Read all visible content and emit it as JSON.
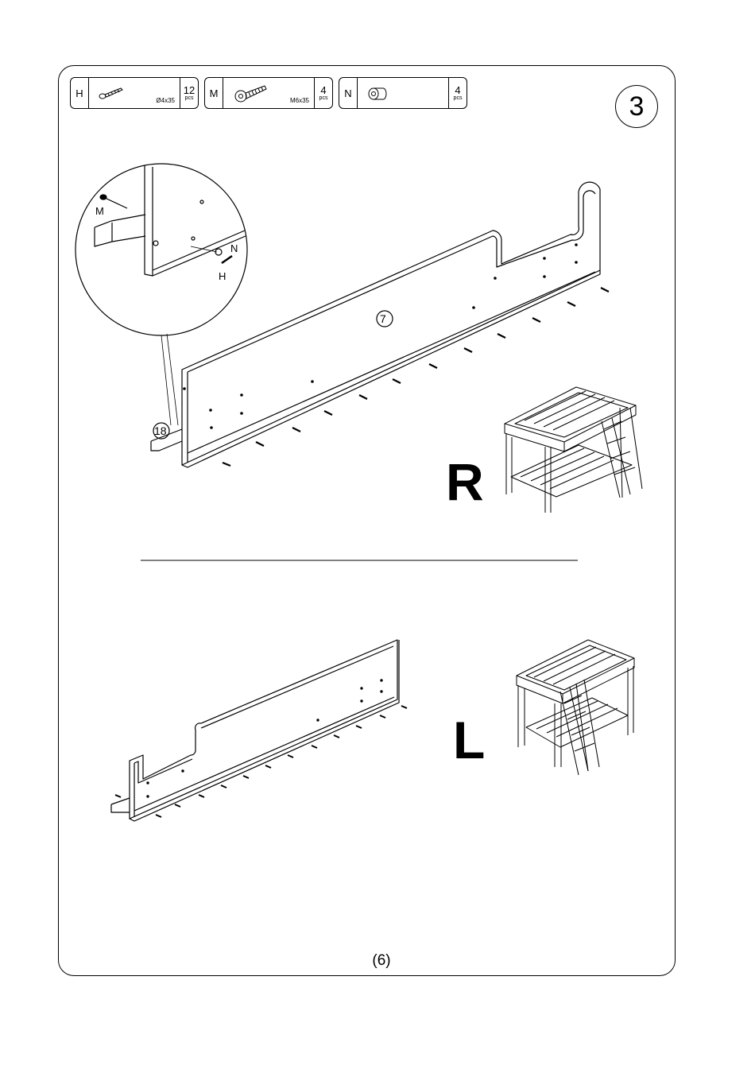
{
  "parts": [
    {
      "letter": "H",
      "spec": "Ø4x35",
      "qty": "12",
      "unit": "pcs",
      "icon": "wood-screw-icon"
    },
    {
      "letter": "M",
      "spec": "M6x35",
      "qty": "4",
      "unit": "pcs",
      "icon": "bolt-icon"
    },
    {
      "letter": "N",
      "spec": "",
      "qty": "4",
      "unit": "pcs",
      "icon": "barrel-nut-icon"
    }
  ],
  "step_number": "3",
  "detail_callouts": {
    "bolt": "M",
    "nut": "N",
    "screw": "H"
  },
  "panel_label": "7",
  "rail_label": "18",
  "right_version_label": "R",
  "left_version_label": "L",
  "page_number": "(6)"
}
